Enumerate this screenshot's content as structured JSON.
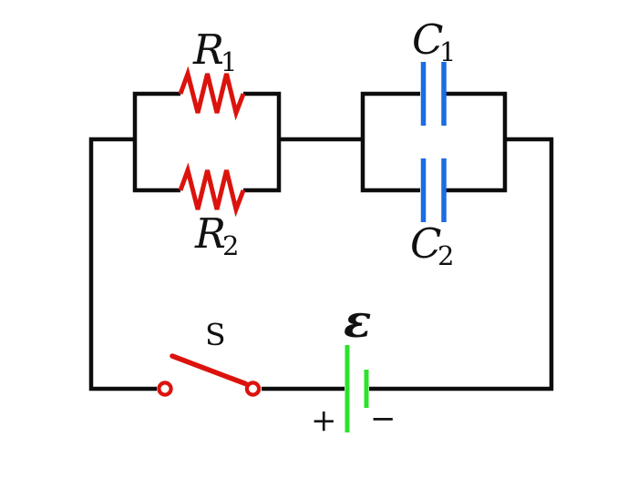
{
  "labels": {
    "r1": {
      "base": "R",
      "sub": "1"
    },
    "r2": {
      "base": "R",
      "sub": "2"
    },
    "c1": {
      "base": "C",
      "sub": "1"
    },
    "c2": {
      "base": "C",
      "sub": "2"
    },
    "switch": "S",
    "emf": "ε",
    "plus": "+",
    "minus": "−"
  },
  "colors": {
    "wire": "#0d0d0d",
    "resistor": "#dc130d",
    "capacitor": "#1c6ce2",
    "battery": "#2ae32a",
    "switch": "#dc130d",
    "text": "#111111",
    "background": "#ffffff"
  },
  "components": [
    {
      "id": "R1",
      "type": "resistor",
      "connection": "parallel with R2"
    },
    {
      "id": "R2",
      "type": "resistor",
      "connection": "parallel with R1"
    },
    {
      "id": "C1",
      "type": "capacitor",
      "connection": "parallel with C2"
    },
    {
      "id": "C2",
      "type": "capacitor",
      "connection": "parallel with C1"
    },
    {
      "id": "S",
      "type": "switch",
      "state": "open"
    },
    {
      "id": "ε",
      "type": "battery",
      "polarity": "+ on left plate, − on right plate"
    }
  ]
}
